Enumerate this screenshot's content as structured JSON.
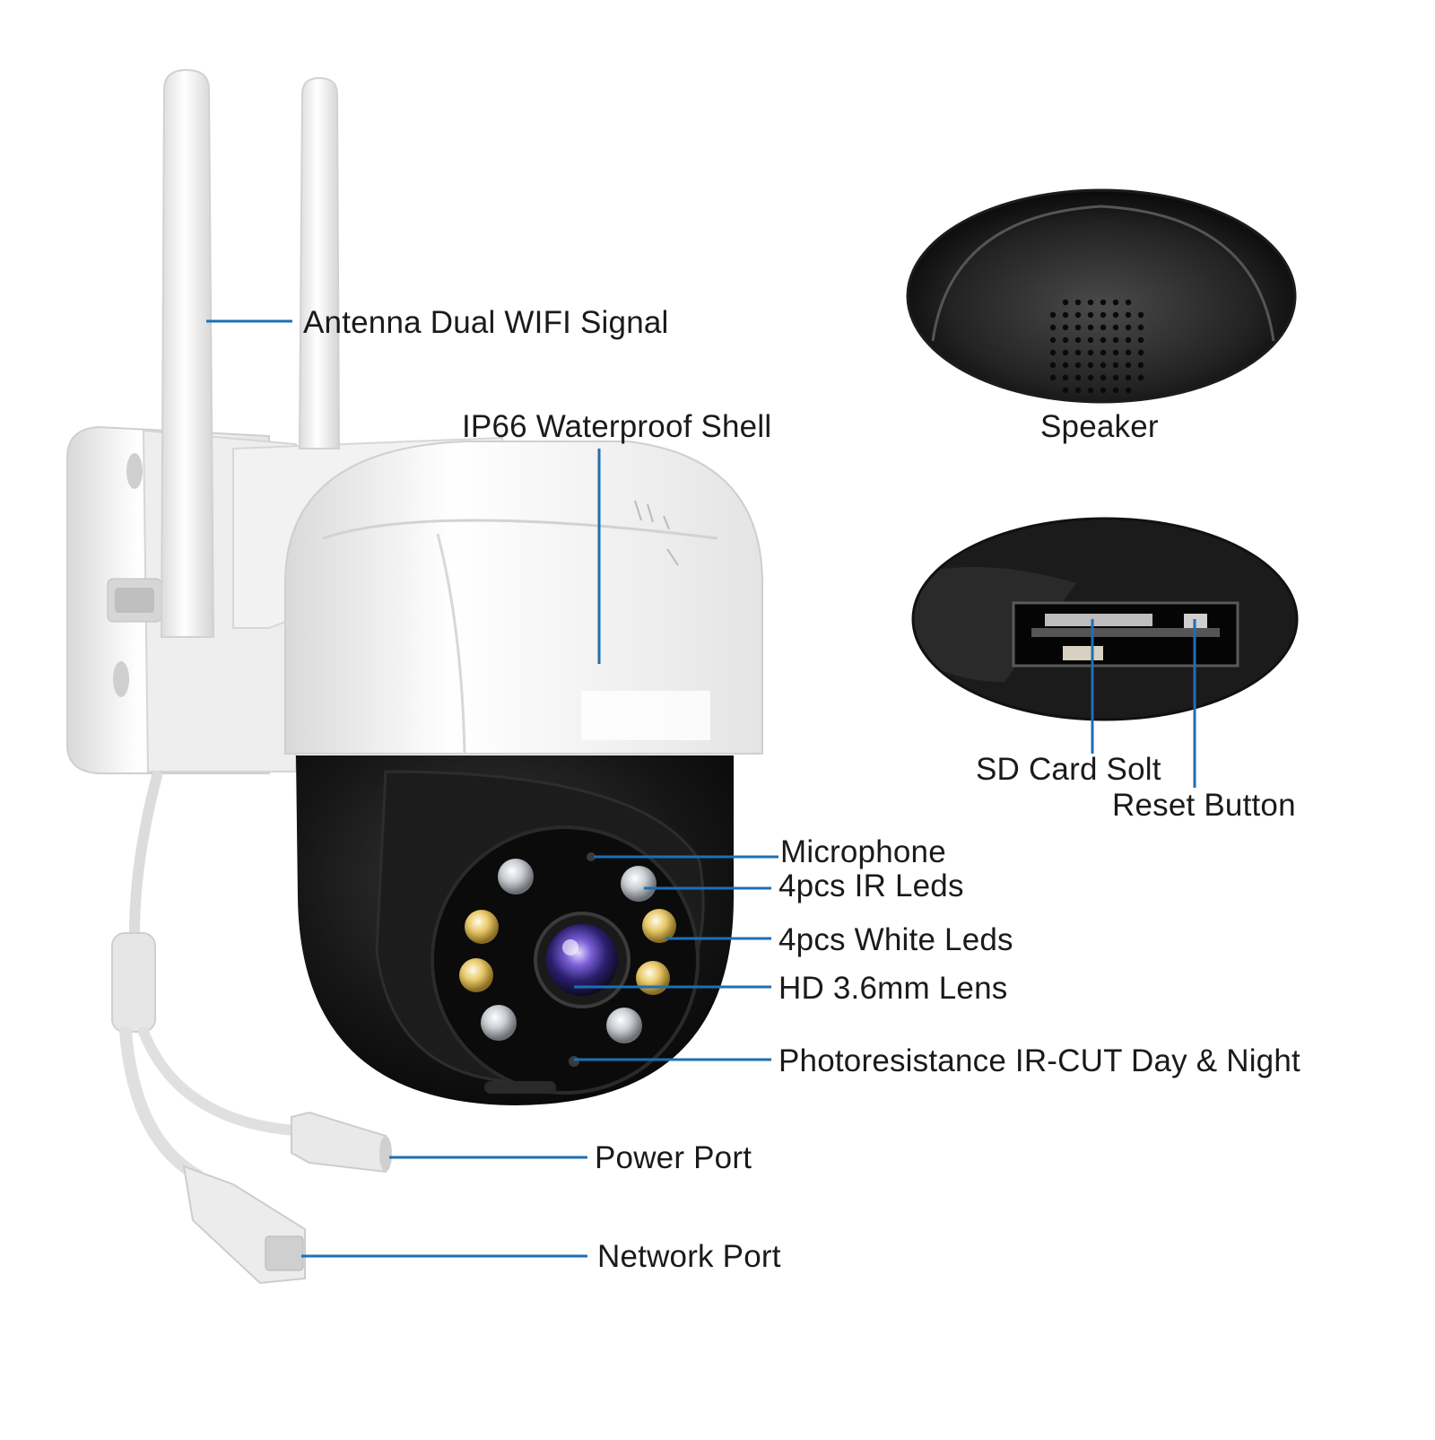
{
  "labels": {
    "antenna": "Antenna Dual WIFI Signal",
    "shell": "IP66 Waterproof Shell",
    "speaker": "Speaker",
    "sd_card": "SD Card Solt",
    "reset": "Reset Button",
    "microphone": "Microphone",
    "ir_leds": "4pcs IR Leds",
    "white_leds": "4pcs White Leds",
    "lens": "HD 3.6mm Lens",
    "photoresistance": "Photoresistance IR-CUT Day & Night",
    "power_port": "Power Port",
    "network_port": "Network Port"
  },
  "colors": {
    "leader_line": "#1f6fb4",
    "shell_white": "#f4f4f4",
    "camera_black": "#121212",
    "ir_led": "#c9cdd2",
    "white_led": "#e8c86a"
  }
}
